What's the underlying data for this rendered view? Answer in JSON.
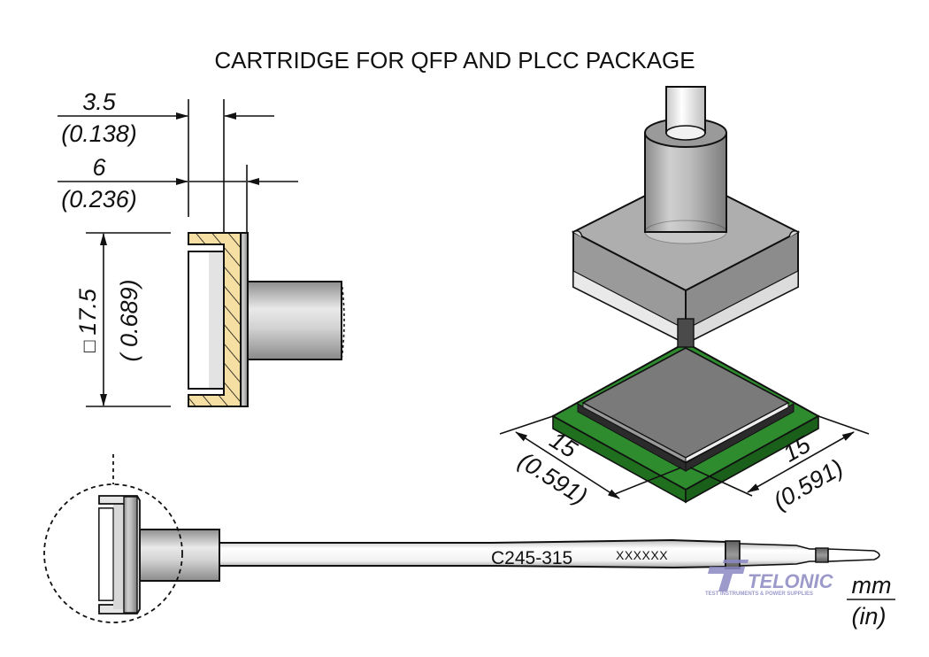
{
  "title": "CARTRIDGE FOR QFP AND PLCC PACKAGE",
  "dimensions": {
    "tip_depth": {
      "mm": "3.5",
      "in": "(0.138)"
    },
    "flange_depth": {
      "mm": "6",
      "in": "(0.236)"
    },
    "square_size": {
      "mm": "17.5",
      "in": "( 0.689)",
      "symbol": "□"
    },
    "package_width_left": {
      "mm": "15",
      "in": "(0.591)"
    },
    "package_width_right": {
      "mm": "15",
      "in": "(0.591)"
    }
  },
  "cartridge": {
    "part_number": "C245-315",
    "serial": "XXXXXX"
  },
  "watermark": {
    "brand": "TELONIC",
    "tagline": "TEST INSTRUMENTS & POWER SUPPLIES"
  },
  "units": {
    "primary": "mm",
    "secondary": "(in)"
  },
  "colors": {
    "section_hatch_fill": "#f5dfa3",
    "pcb_green": "#2e8b2e",
    "chip_gray": "#7a7a7a",
    "metal_gray": "#b9b9b9",
    "watermark": "#8b88c2"
  }
}
